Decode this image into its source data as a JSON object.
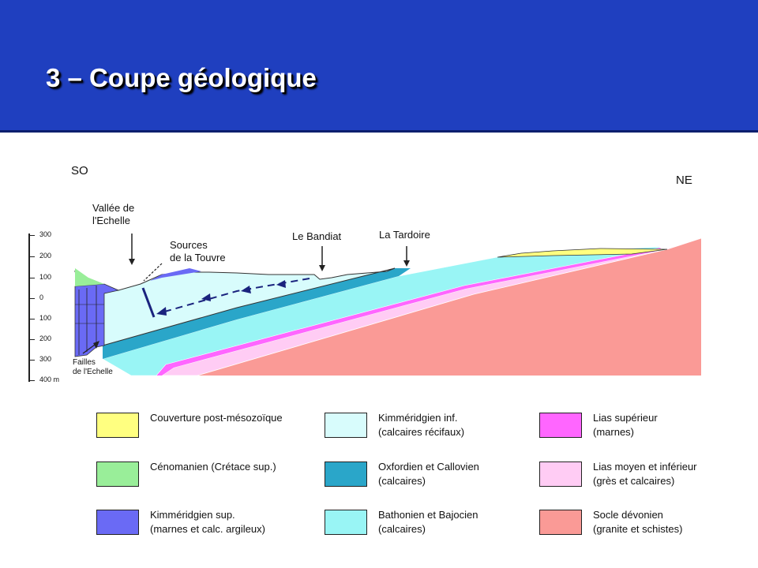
{
  "slide": {
    "title": "3 – Coupe géologique"
  },
  "orientation": {
    "left": "SO",
    "right": "NE"
  },
  "scale": {
    "ticks": [
      "300",
      "200",
      "100",
      "0",
      "100",
      "200",
      "300",
      "400 m"
    ]
  },
  "annotations": {
    "vallee": "Vallée de\nl'Echelle",
    "sources": "Sources\nde la Touvre",
    "bandiat": "Le Bandiat",
    "tardoire": "La Tardoire",
    "failles": "Failles\nde l'Echelle"
  },
  "legend": [
    {
      "label": "Couverture post-mésozoïque",
      "color": "#ffff80"
    },
    {
      "label": "Kimméridgien inf.\n(calcaires récifaux)",
      "color": "#d8fcfc"
    },
    {
      "label": "Lias supérieur\n(marnes)",
      "color": "#ff66ff"
    },
    {
      "label": "Cénomanien (Crétace sup.)",
      "color": "#99ee99"
    },
    {
      "label": "Oxfordien et Callovien\n(calcaires)",
      "color": "#2aa6c9"
    },
    {
      "label": "Lias moyen et inférieur\n(grès et calcaires)",
      "color": "#ffccf4"
    },
    {
      "label": "Kimméridgien sup.\n(marnes et calc. argileux)",
      "color": "#6a6af5"
    },
    {
      "label": "Bathonien et Bajocien\n(calcaires)",
      "color": "#99f5f5"
    },
    {
      "label": "Socle dévonien\n(granite et schistes)",
      "color": "#fa9a96"
    }
  ]
}
